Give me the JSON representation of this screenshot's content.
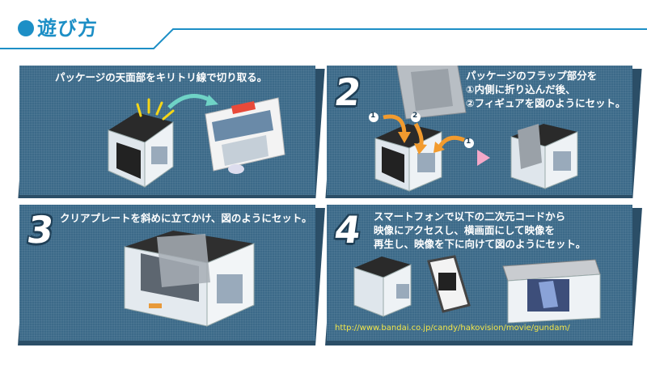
{
  "header": {
    "title": "遊び方"
  },
  "steps": [
    {
      "number": "",
      "caption": "パッケージの天面部をキリトリ線で切り取る。"
    },
    {
      "number": "2",
      "caption": "パッケージのフラップ部分を\n①内側に折り込んだ後、\n②フィギュアを図のようにセット。",
      "markers": [
        "1",
        "2",
        "1"
      ]
    },
    {
      "number": "3",
      "caption": "クリアプレートを斜めに立てかけ、図のようにセット。"
    },
    {
      "number": "4",
      "caption": "スマートフォンで以下の二次元コードから\n映像にアクセスし、横画面にして映像を\n再生し、映像を下に向けて図のようにセット。",
      "url": "http://www.bandai.co.jp/candy/hakovision/movie/gundam/"
    }
  ],
  "colors": {
    "accent": "#1d8fc6",
    "panel": "#3c6a89",
    "url": "#f2e64a",
    "arrow": "#f29b2e",
    "next_arrow": "#f4a8c8"
  }
}
